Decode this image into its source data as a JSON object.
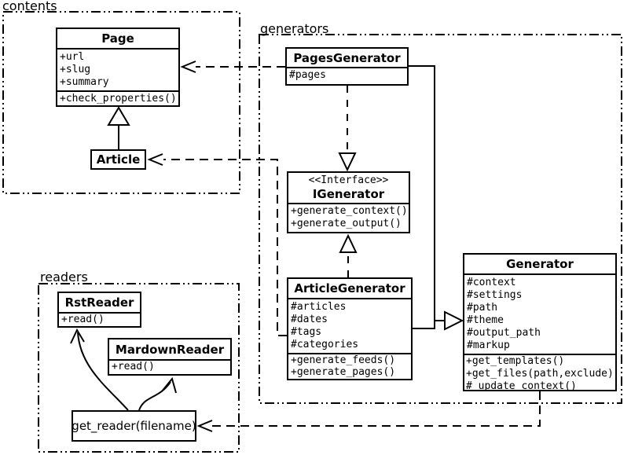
{
  "packages": {
    "contents": {
      "label": "contents"
    },
    "generators": {
      "label": "generators"
    },
    "readers": {
      "label": "readers"
    }
  },
  "classes": {
    "page": {
      "title": "Page",
      "attrs": [
        "+url",
        "+slug",
        "+summary"
      ],
      "methods": [
        "+check_properties()"
      ]
    },
    "article": {
      "title": "Article"
    },
    "pages_generator": {
      "title": "PagesGenerator",
      "attrs": [
        "#pages"
      ]
    },
    "igenerator": {
      "stereotype": "<<Interface>>",
      "title": "IGenerator",
      "methods": [
        "+generate_context()",
        "+generate_output()"
      ]
    },
    "article_generator": {
      "title": "ArticleGenerator",
      "attrs": [
        "#articles",
        "#dates",
        "#tags",
        "#categories"
      ],
      "methods": [
        "+generate_feeds()",
        "+generate_pages()"
      ]
    },
    "generator": {
      "title": "Generator",
      "attrs": [
        "#context",
        "#settings",
        "#path",
        "#theme",
        "#output_path",
        "#markup"
      ],
      "methods": [
        "+get_templates()",
        "+get_files(path,exclude)",
        "#_update_context()"
      ]
    },
    "rst_reader": {
      "title": "RstReader",
      "methods": [
        "+read()"
      ]
    },
    "mardown_reader": {
      "title": "MardownReader",
      "methods": [
        "+read()"
      ]
    },
    "get_reader": {
      "title": "get_reader(filename)"
    }
  },
  "colors": {
    "stroke": "#000000",
    "background": "#ffffff"
  }
}
